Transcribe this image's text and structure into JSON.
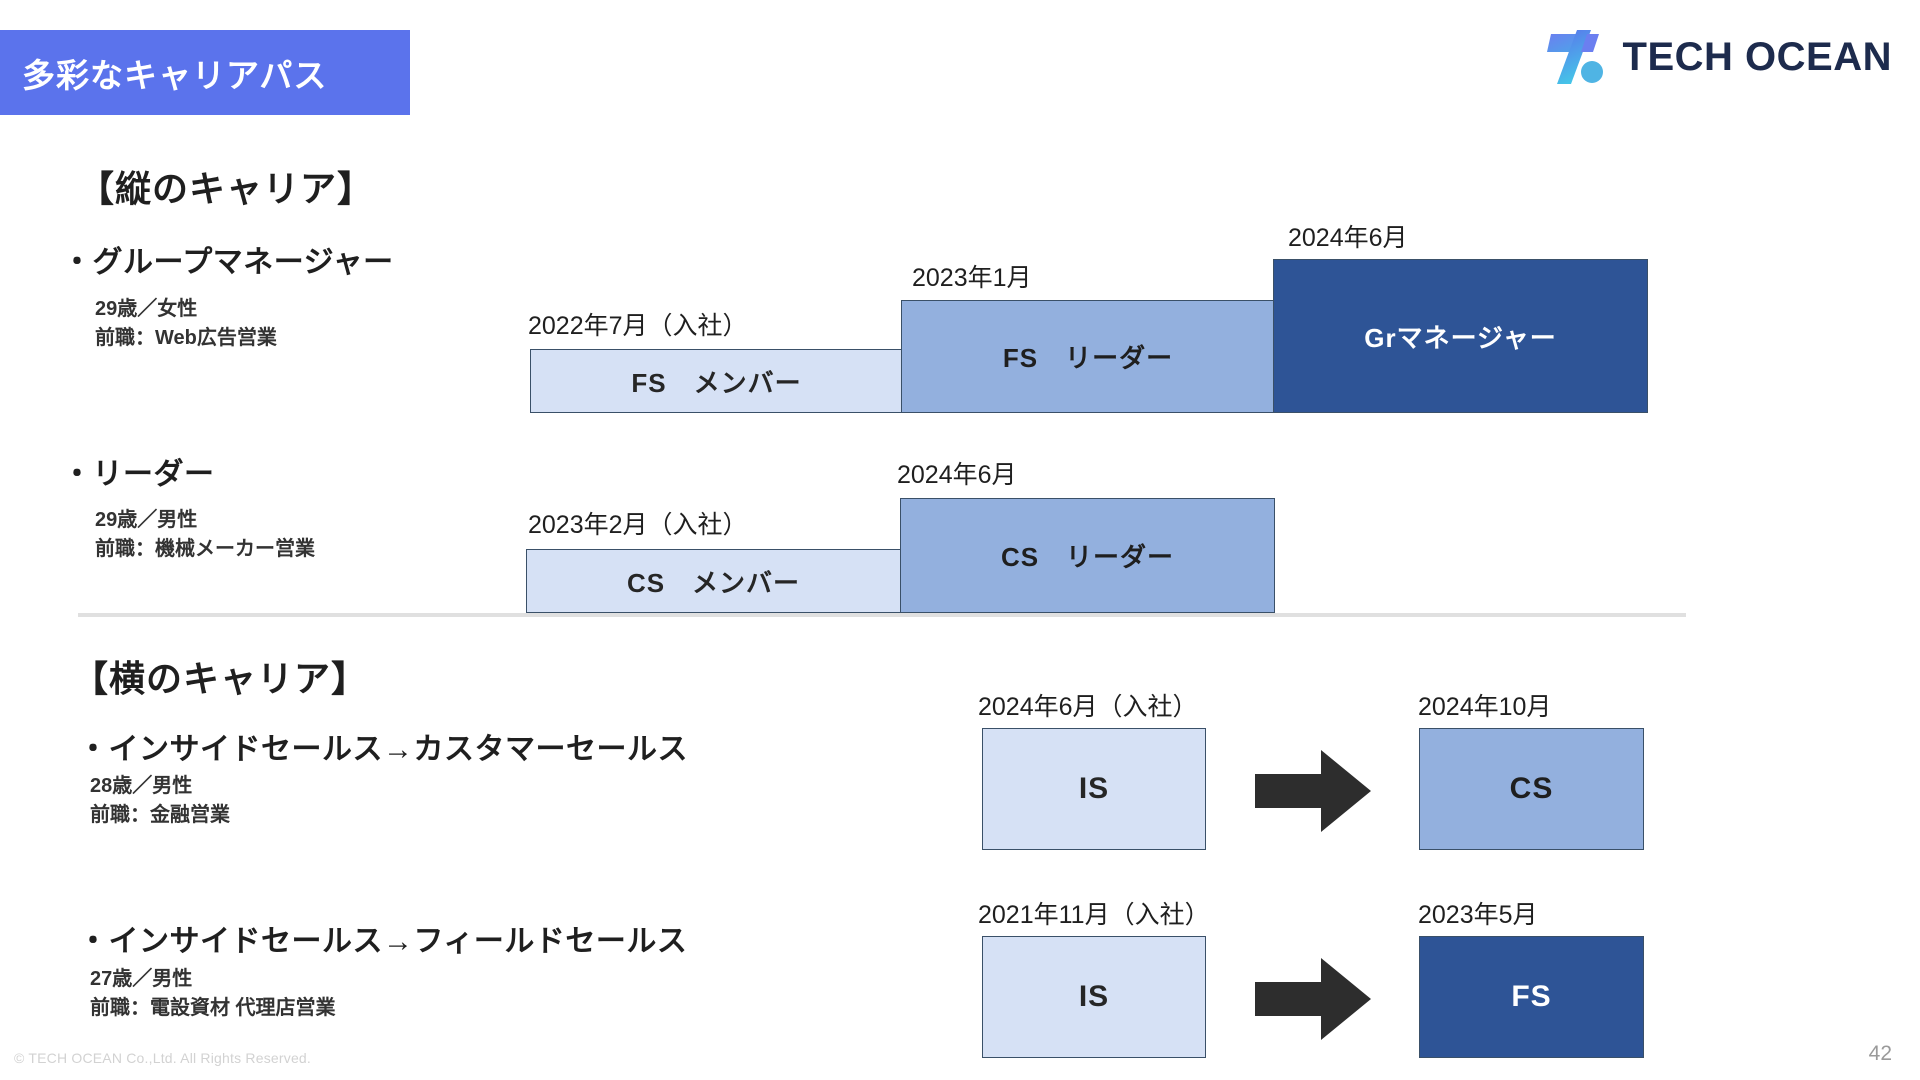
{
  "header": {
    "banner_title": "多彩なキャリアパス",
    "brand_name": "TECH OCEAN",
    "brand_mark_icon": "tech-ocean-logo-mark",
    "banner_color": "#5b73ec",
    "brand_color": "#1d2b4d"
  },
  "vertical_section": {
    "heading": "【縦のキャリア】",
    "people": [
      {
        "role": "・グループマネージャー",
        "age_gender": "29歳／女性",
        "previous_job": "前職：Web広告営業",
        "steps": [
          {
            "date": "2022年7月（入社）",
            "label": "FS　メンバー",
            "tone": "light"
          },
          {
            "date": "2023年1月",
            "label": "FS　リーダー",
            "tone": "mid"
          },
          {
            "date": "2024年6月",
            "label": "Grマネージャー",
            "tone": "dark"
          }
        ]
      },
      {
        "role": "・リーダー",
        "age_gender": "29歳／男性",
        "previous_job": "前職：機械メーカー営業",
        "steps": [
          {
            "date": "2023年2月（入社）",
            "label": "CS　メンバー",
            "tone": "light"
          },
          {
            "date": "2024年6月",
            "label": "CS　リーダー",
            "tone": "mid"
          }
        ]
      }
    ]
  },
  "horizontal_section": {
    "heading": "【横のキャリア】",
    "people": [
      {
        "role": "・インサイドセールス→カスタマーセールス",
        "age_gender": "28歳／男性",
        "previous_job": "前職：金融営業",
        "from": {
          "date": "2024年6月（入社）",
          "label": "IS",
          "tone": "light"
        },
        "to": {
          "date": "2024年10月",
          "label": "CS",
          "tone": "mid"
        },
        "arrow_icon": "right-block-arrow-icon"
      },
      {
        "role": "・インサイドセールス→フィールドセールス",
        "age_gender": "27歳／男性",
        "previous_job": "前職：電設資材 代理店営業",
        "from": {
          "date": "2021年11月（入社）",
          "label": "IS",
          "tone": "light"
        },
        "to": {
          "date": "2023年5月",
          "label": "FS",
          "tone": "dark"
        },
        "arrow_icon": "right-block-arrow-icon"
      }
    ]
  },
  "footer": {
    "copyright": "© TECH OCEAN Co.,Ltd. All Rights Reserved.",
    "page_number": "42"
  },
  "colors": {
    "tone_light": "#d6e1f5",
    "tone_mid": "#93b0de",
    "tone_dark": "#2e5496",
    "border": "#3a5068",
    "arrow": "#2d2d2d"
  }
}
